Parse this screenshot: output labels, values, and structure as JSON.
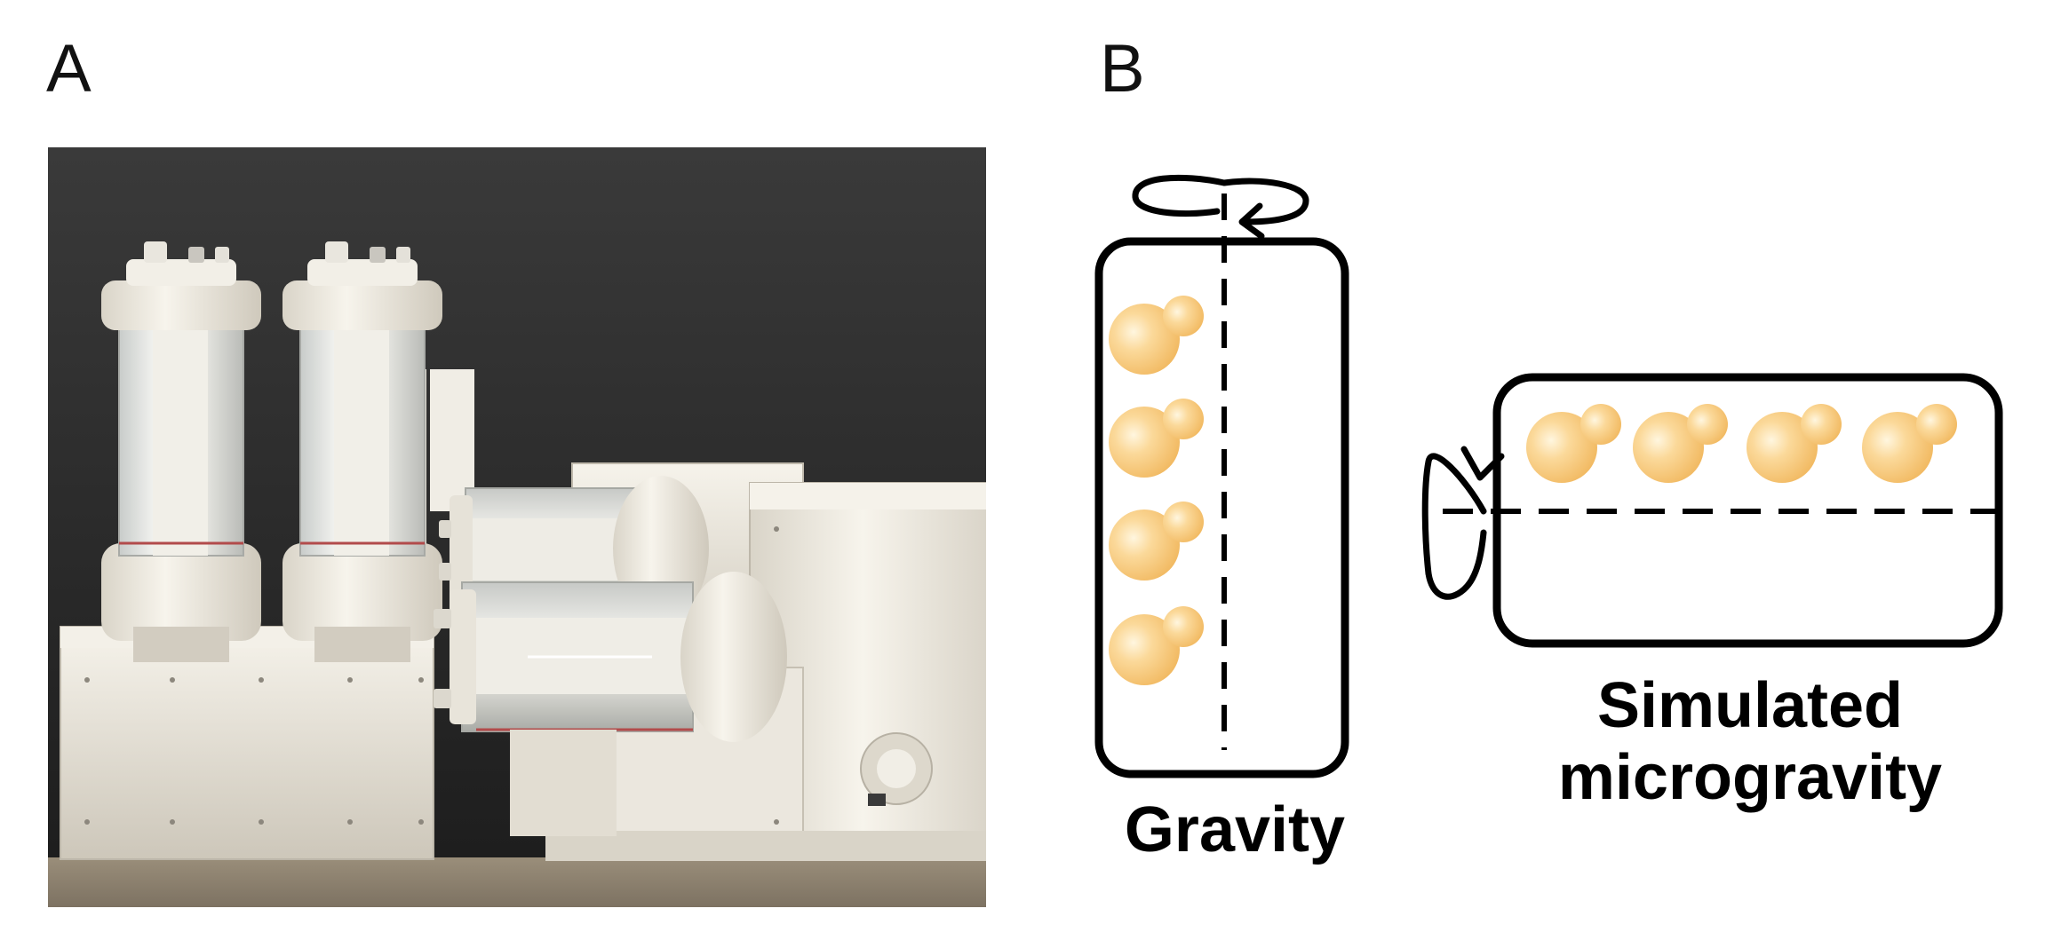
{
  "panels": {
    "a": {
      "letter": "A"
    },
    "b": {
      "letter": "B"
    }
  },
  "captions": {
    "gravity": "Gravity",
    "simulated_line1": "Simulated",
    "simulated_line2": "microgravity"
  },
  "colors": {
    "cell": "#f6c26e",
    "cell_highlight": "#fff6df",
    "outline": "#000000",
    "backdrop": "#2a2a2a",
    "device_body": "#efece4"
  },
  "icons": {
    "vertical_rotation": "rotation-arrow-icon",
    "horizontal_rotation": "rotation-arrow-icon",
    "cell": "yeast-cell-icon"
  }
}
